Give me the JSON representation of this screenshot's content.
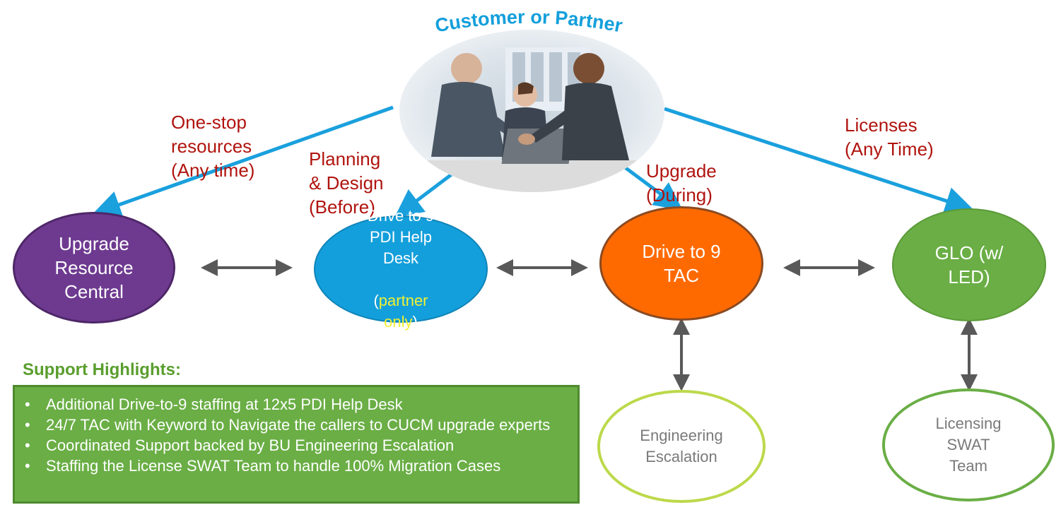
{
  "customer": {
    "title": "Customer or Partner"
  },
  "channels": [
    {
      "label": "One-stop\nresources\n(Any time)"
    },
    {
      "label": "Planning\n& Design\n(Before)"
    },
    {
      "label": "Upgrade\n(During)"
    },
    {
      "label": "Licenses\n(Any Time)"
    }
  ],
  "nodes": {
    "upgrade_resource_central": "Upgrade\nResource\nCentral",
    "pdi_help_desk": {
      "main": "Drive to 9\nPDI Help\nDesk",
      "paren_open": "(",
      "note": "partner\nonly",
      "paren_close": ")"
    },
    "drive_to_9_tac": "Drive to 9\nTAC",
    "glo": "GLO (w/\nLED)",
    "engineering_escalation": "Engineering\nEscalation",
    "licensing_swat": "Licensing\nSWAT\nTeam"
  },
  "highlights": {
    "title": "Support Highlights:",
    "items": [
      "Additional Drive-to-9 staffing at 12x5 PDI Help Desk",
      "24/7 TAC with Keyword to Navigate the callers to CUCM upgrade experts",
      "Coordinated Support backed by BU Engineering Escalation",
      "Staffing the License SWAT Team to handle 100% Migration Cases"
    ]
  },
  "colors": {
    "purple": "#6e3a90",
    "blue": "#139fdb",
    "orange": "#ff6a00",
    "green": "#6aae45",
    "lime": "#bcd94a",
    "arrow_blue": "#1aa0dd",
    "arrow_gray": "#595959",
    "label_red": "#b0140f",
    "yellow_note": "#f0f032"
  }
}
